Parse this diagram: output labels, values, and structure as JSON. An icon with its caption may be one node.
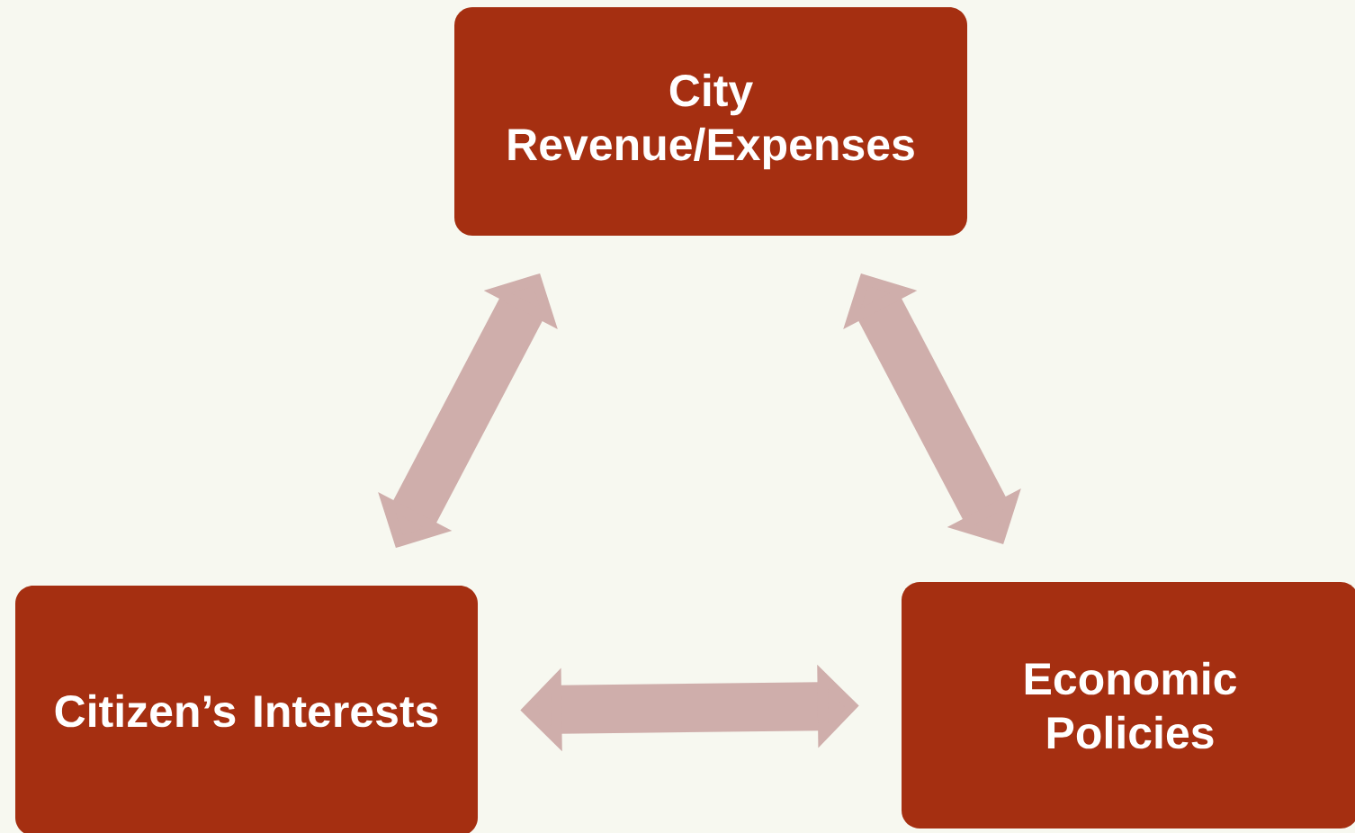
{
  "diagram": {
    "nodes": [
      {
        "text": [
          "City Revenue/Expenses"
        ]
      },
      {
        "text": [
          "Citizen’s Interests"
        ]
      },
      {
        "text": [
          "Economic Policies"
        ]
      }
    ],
    "edges": [
      {
        "from": 0,
        "to": 1,
        "arrow": "both"
      },
      {
        "from": 0,
        "to": 2,
        "arrow": "both"
      },
      {
        "from": 1,
        "to": 2,
        "arrow": "both"
      }
    ]
  }
}
